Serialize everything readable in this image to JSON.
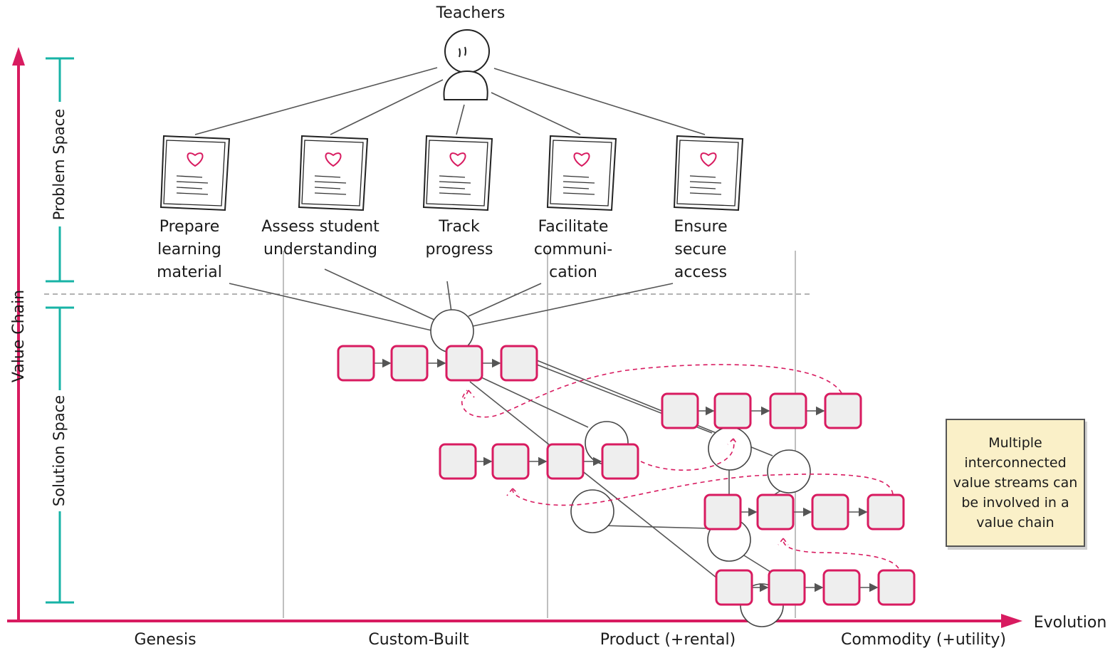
{
  "actor": {
    "label": "Teachers",
    "icon": "person-icon"
  },
  "needs": [
    {
      "label": "Prepare\nlearning\nmaterial",
      "icon": "document-heart-icon"
    },
    {
      "label": "Assess student\nunderstanding",
      "icon": "document-heart-icon"
    },
    {
      "label": "Track\nprogress",
      "icon": "document-heart-icon"
    },
    {
      "label": "Facilitate\ncommuni-\ncation",
      "icon": "document-heart-icon"
    },
    {
      "label": "Ensure\nsecure\naccess",
      "icon": "document-heart-icon"
    }
  ],
  "axes": {
    "y_label": "Value Chain",
    "x_label": "Evolution",
    "problem_space": "Problem Space",
    "solution_space": "Solution Space",
    "stages": [
      "Genesis",
      "Custom-Built",
      "Product (+rental)",
      "Commodity (+utility)"
    ]
  },
  "note": {
    "text": "Multiple\ninterconnected\nvalue streams can\nbe involved in a\nvalue chain"
  },
  "colors": {
    "axis": "#d81b60",
    "bracket": "#17b3a6",
    "box_border": "#d81b60",
    "box_fill": "#eeeeee",
    "line": "#555555",
    "note_fill": "#faf0c8"
  }
}
